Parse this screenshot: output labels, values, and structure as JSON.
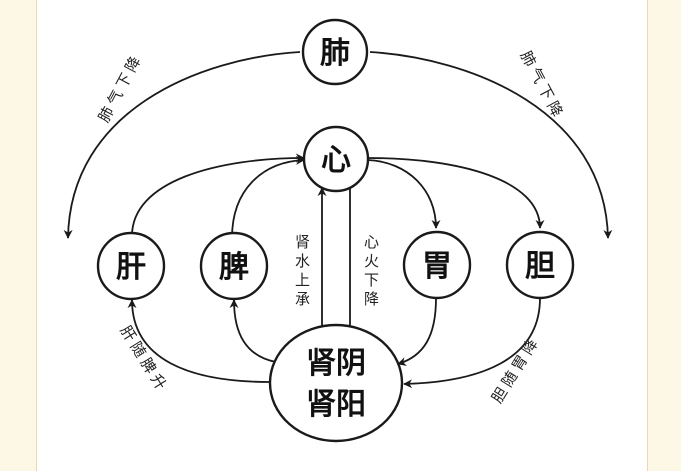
{
  "nodes": {
    "lung": "肺",
    "heart": "心",
    "liver": "肝",
    "spleen": "脾",
    "stomach": "胃",
    "gallbladder": "胆",
    "kidney_line1": "肾阴",
    "kidney_line2": "肾阳"
  },
  "labels": {
    "lung_left": "肺气下降",
    "lung_right": "肺气下降",
    "kidney_water_up": "肾水上承",
    "heart_fire_down": "心火下降",
    "liver_rise": "肝随脾升",
    "gallbladder_descend": "胆随胃降"
  },
  "colors": {
    "background": "#fdf7e6",
    "panel": "#ffffff",
    "stroke": "#1a1a1a"
  }
}
